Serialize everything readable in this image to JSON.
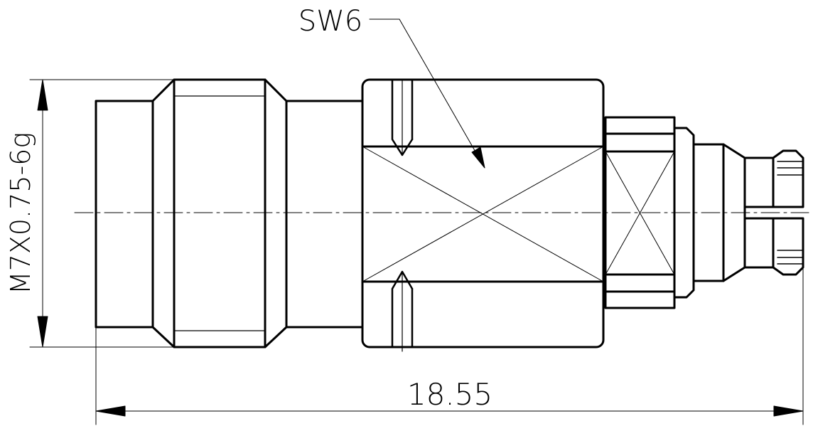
{
  "labels": {
    "wrench_size": "SW6",
    "thread_spec": "M7X0.75-6g",
    "overall_length": "18.55"
  },
  "colors": {
    "line": "#000000",
    "background": "#ffffff"
  }
}
